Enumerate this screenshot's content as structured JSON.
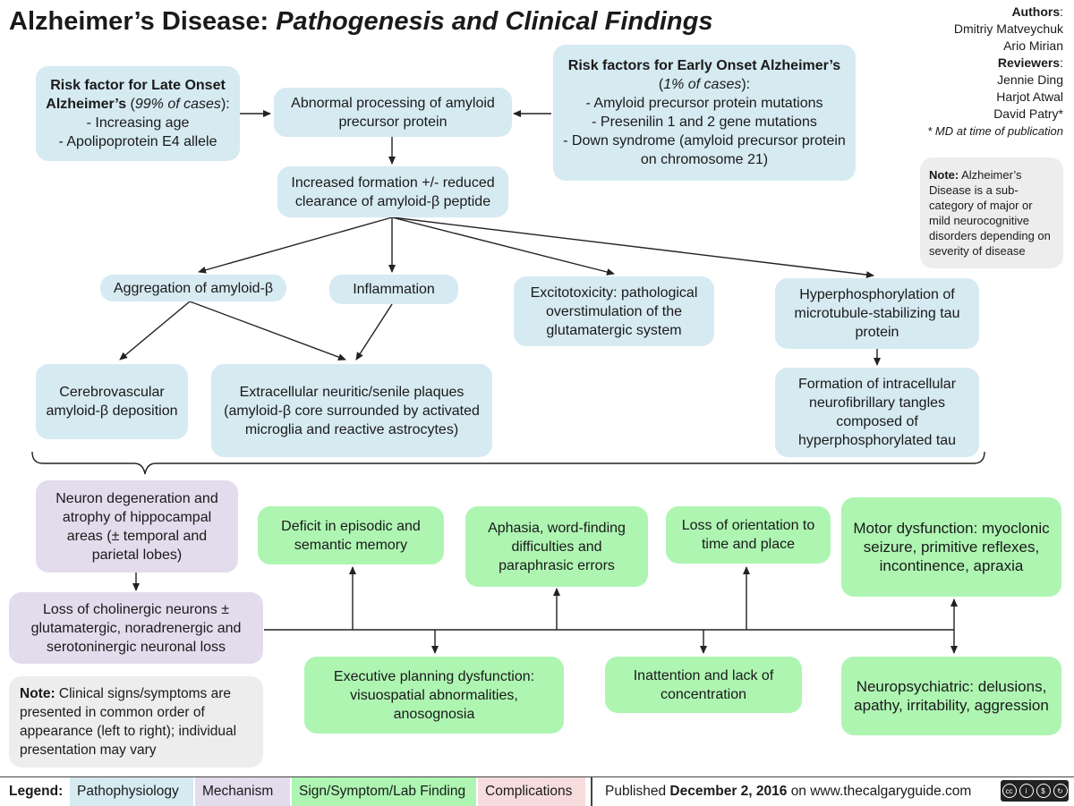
{
  "header": {
    "title_main": "Alzheimer’s Disease:",
    "title_sub": "Pathogenesis and Clinical Findings"
  },
  "credits": {
    "authors_label": "Authors",
    "authors": [
      "Dmitriy Matveychuk",
      "Ario Mirian"
    ],
    "reviewers_label": "Reviewers",
    "reviewers": [
      "Jennie Ding",
      "Harjot Atwal",
      "David Patry*"
    ],
    "footnote": "* MD at time of publication"
  },
  "boxes": {
    "late_onset": {
      "title_bold": "Risk factor for Late Onset Alzheimer’s",
      "title_italic": "99% of cases",
      "items": [
        "- Increasing age",
        "- Apolipoprotein E4 allele"
      ]
    },
    "app": "Abnormal processing of amyloid precursor protein",
    "early_onset": {
      "title_bold": "Risk factors for Early Onset Alzheimer’s",
      "title_italic": "1% of cases",
      "items": [
        "-   Amyloid precursor protein mutations",
        "-   Presenilin 1 and 2 gene mutations",
        "-   Down syndrome (amyloid precursor protein on chromosome 21)"
      ]
    },
    "formation": "Increased formation +/- reduced clearance of amyloid-β peptide",
    "aggregation": "Aggregation of amyloid-β",
    "inflammation": "Inflammation",
    "excitotoxicity": "Excitotoxicity: pathological overstimulation of the glutamatergic system",
    "hyperphos": "Hyperphosphorylation of microtubule-stabilizing tau protein",
    "cerebrovascular": "Cerebrovascular amyloid-β deposition",
    "plaques": "Extracellular neuritic/senile plaques (amyloid-β core surrounded by activated microglia and reactive astrocytes)",
    "tangles": "Formation of intracellular neurofibrillary tangles composed of hyperphosphorylated tau",
    "neuron_degeneration": "Neuron degeneration and atrophy of hippocampal areas (± temporal and parietal lobes)",
    "cholinergic": "Loss of cholinergic neurons ± glutamatergic, noradrenergic and serotoninergic neuronal loss",
    "memory": "Deficit in episodic and semantic memory",
    "aphasia": "Aphasia, word-finding difficulties and paraphrasic errors",
    "orientation": "Loss of orientation to time and place",
    "motor": "Motor dysfunction: myoclonic seizure, primitive reflexes, incontinence, apraxia",
    "executive": "Executive planning dysfunction: visuospatial abnormalities, anosognosia",
    "inattention": "Inattention and lack of concentration",
    "neuropsychiatric": "Neuropsychiatric: delusions, apathy, irritability, aggression"
  },
  "notes": {
    "right_bold": "Note:",
    "right_text": "Alzheimer’s Disease is a sub-category of major or mild neurocognitive disorders depending on severity of disease",
    "left_bold": "Note:",
    "left_text": "Clinical signs/symptoms are presented in common order of appearance (left to right); individual presentation may vary"
  },
  "legend": {
    "label": "Legend:",
    "items": [
      {
        "label": "Pathophysiology",
        "color": "#d6eaf2"
      },
      {
        "label": "Mechanism",
        "color": "#e2dced"
      },
      {
        "label": "Sign/Symptom/Lab Finding",
        "color": "#aef5b2"
      },
      {
        "label": "Complications",
        "color": "#f6dcdc"
      }
    ],
    "published_prefix": "Published",
    "published_date": "December 2, 2016",
    "published_suffix": "on www.thecalgaryguide.com"
  },
  "colors": {
    "pathophysiology": "#d6eaf2",
    "mechanism": "#e2dced",
    "sign_symptom": "#aef5b2",
    "note": "#ededed"
  }
}
